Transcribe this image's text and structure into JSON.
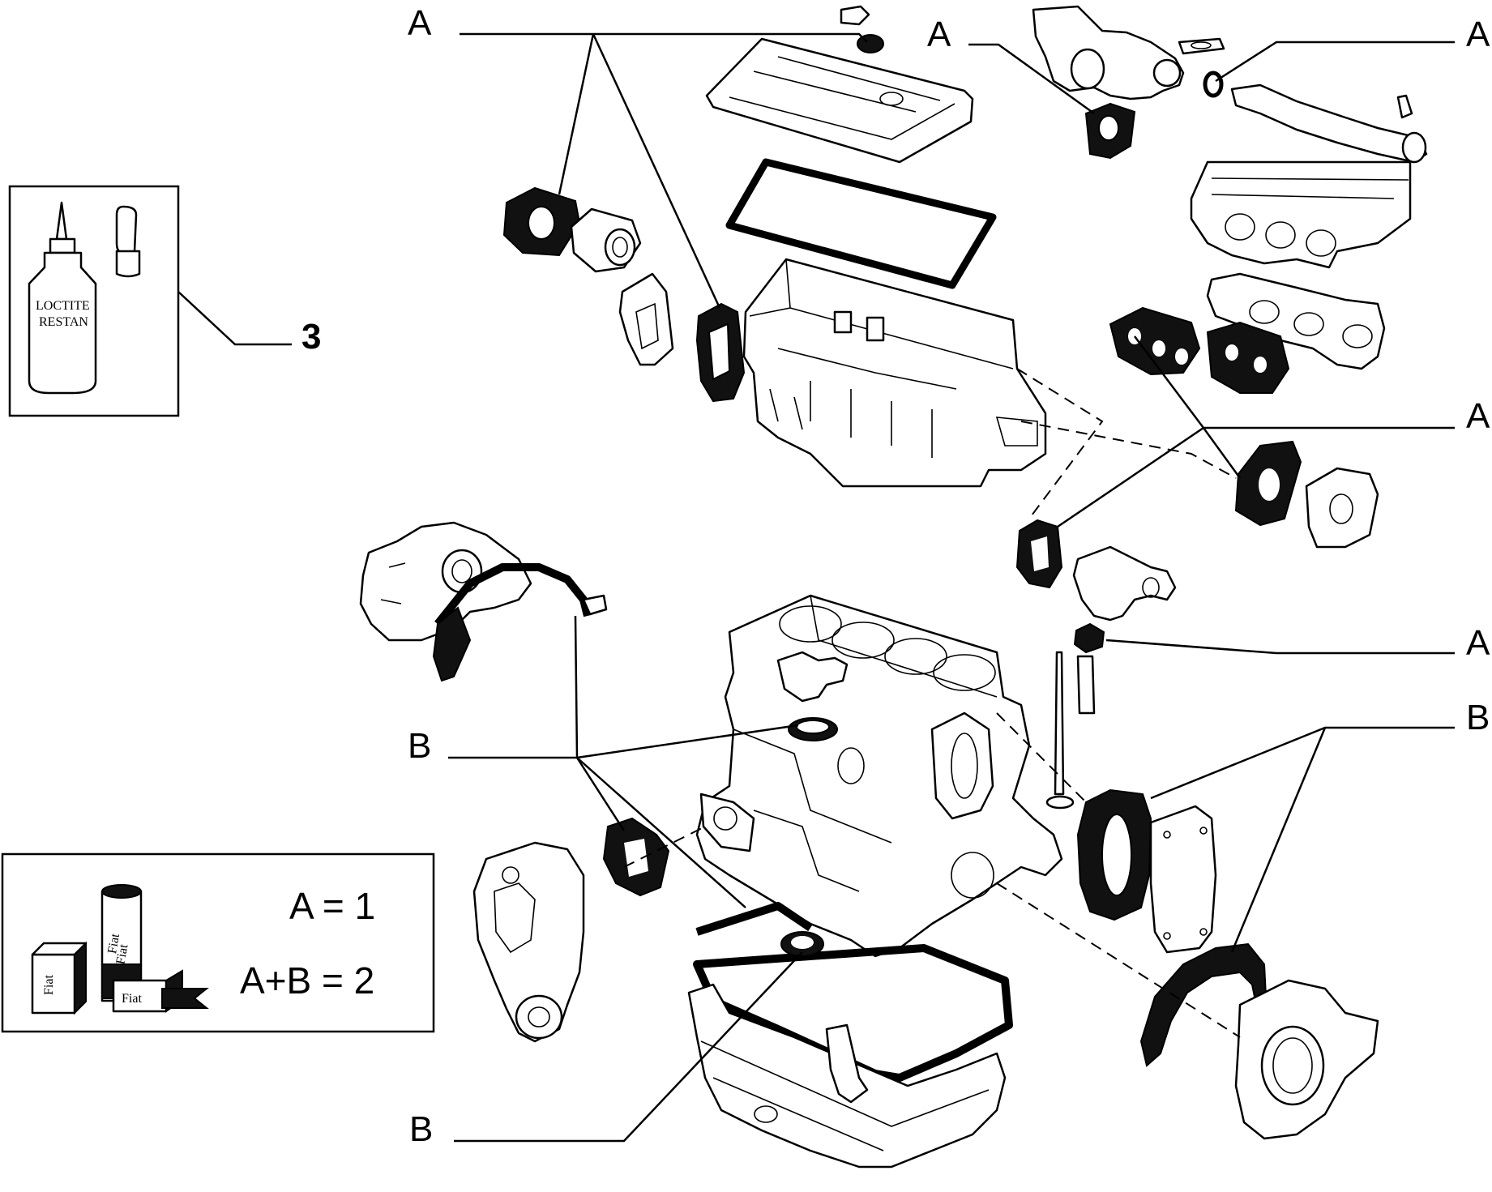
{
  "callouts": {
    "a_top_left": "A",
    "a_top_mid": "A",
    "a_top_right": "A",
    "a_mid_right": "A",
    "a_lower_right": "A",
    "b_left": "B",
    "b_right": "B",
    "b_bottom": "B",
    "item_3": "3"
  },
  "sealant_box": {
    "bottle_label_line1": "LOCTITE",
    "bottle_label_line2": "RESTAN"
  },
  "legend": {
    "line1": "A = 1",
    "line2": "A+B = 2",
    "pack_label_1": "Fiat",
    "pack_label_2": "Fiat",
    "pack_label_3": "Fiat",
    "pack_label_4": "Fiat"
  }
}
